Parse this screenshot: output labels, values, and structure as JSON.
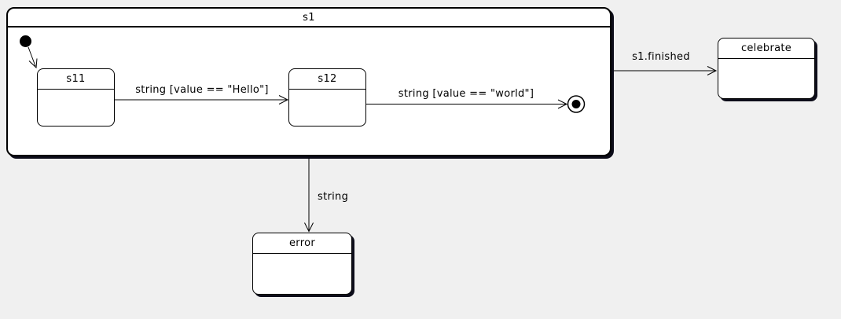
{
  "diagram": {
    "type": "uml-statechart",
    "colors": {
      "background": "#f0f0f0",
      "line": "#000000",
      "state_fill": "#ffffff",
      "shadow": "#0d0d1a"
    },
    "states": {
      "s1": {
        "label": "s1",
        "kind": "composite"
      },
      "s11": {
        "label": "s11",
        "kind": "simple",
        "inside": "s1"
      },
      "s12": {
        "label": "s12",
        "kind": "simple",
        "inside": "s1"
      },
      "celebrate": {
        "label": "celebrate",
        "kind": "simple"
      },
      "error": {
        "label": "error",
        "kind": "simple"
      }
    },
    "pseudostates": {
      "initial": {
        "kind": "initial",
        "inside": "s1"
      },
      "final": {
        "kind": "final",
        "inside": "s1"
      }
    },
    "transitions": {
      "t_init": {
        "from": "initial",
        "to": "s11"
      },
      "t1": {
        "from": "s11",
        "to": "s12",
        "label": "string [value == \"Hello\"]"
      },
      "t2": {
        "from": "s12",
        "to": "final",
        "label": "string [value == \"world\"]"
      },
      "t3": {
        "from": "s1",
        "to": "celebrate",
        "label": "s1.finished"
      },
      "t4": {
        "from": "s1",
        "to": "error",
        "label": "string"
      }
    }
  }
}
